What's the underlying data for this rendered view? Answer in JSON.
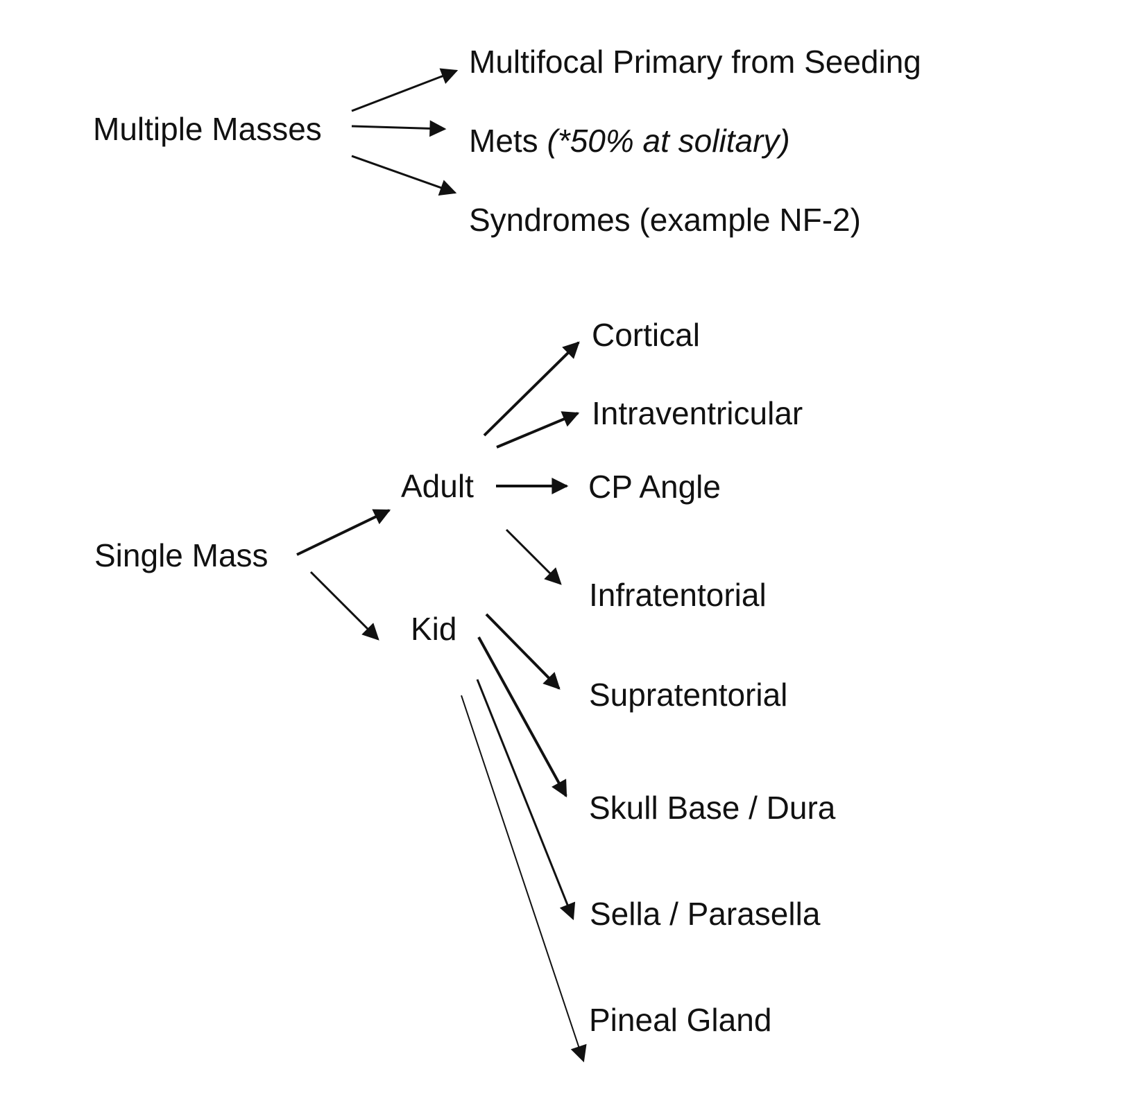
{
  "nodes": {
    "multiple_masses": "Multiple Masses",
    "multifocal": "Multifocal Primary from Seeding",
    "mets": "Mets",
    "mets_note": "(*50% at solitary)",
    "syndromes": "Syndromes (example NF-2)",
    "single_mass": "Single Mass",
    "adult": "Adult",
    "kid": "Kid",
    "cortical": "Cortical",
    "intraventricular": "Intraventricular",
    "cp_angle": "CP Angle",
    "infratentorial": "Infratentorial",
    "supratentorial": "Supratentorial",
    "skull_base": "Skull Base / Dura",
    "sella": "Sella / Parasella",
    "pineal": "Pineal Gland"
  },
  "colors": {
    "ink": "#111111",
    "background": "#ffffff"
  }
}
